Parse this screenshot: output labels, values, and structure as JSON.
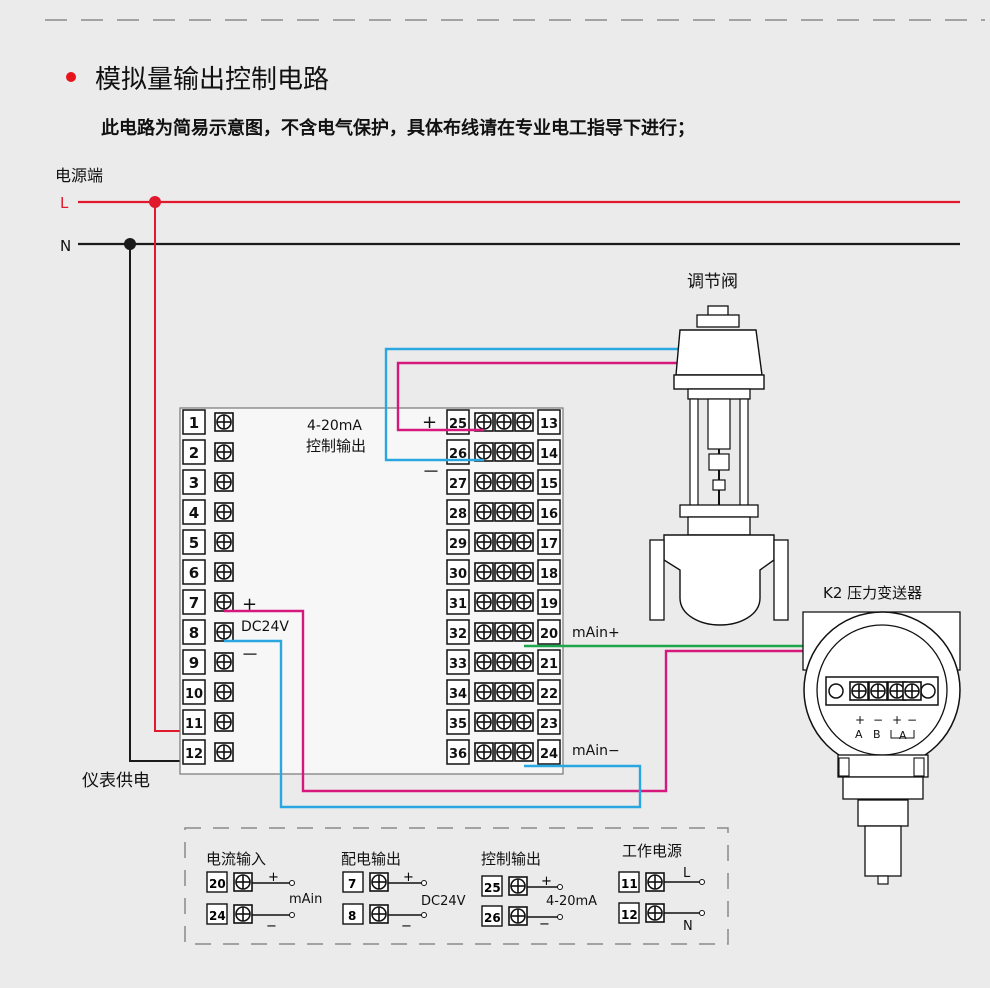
{
  "heading": {
    "title": "模拟量输出控制电路",
    "note": "此电路为简易示意图，不含电气保护，具体布线请在专业电工指导下进行；",
    "bullet_color": "#e8141c"
  },
  "power": {
    "label": "电源端",
    "L": "L",
    "N": "N",
    "instrument_supply": "仪表供电"
  },
  "colors": {
    "line_L": "#e0192d",
    "line_N": "#1a1a1a",
    "wire_blue": "#2aa7e0",
    "wire_magenta": "#d6187c",
    "wire_green": "#1fa54a"
  },
  "controller": {
    "left_terminals": [
      "1",
      "2",
      "3",
      "4",
      "5",
      "6",
      "7",
      "8",
      "9",
      "10",
      "11",
      "12"
    ],
    "mid_terminals": [
      "25",
      "26",
      "27",
      "28",
      "29",
      "30",
      "31",
      "32",
      "33",
      "34",
      "35",
      "36"
    ],
    "right_terminals": [
      "13",
      "14",
      "15",
      "16",
      "17",
      "18",
      "19",
      "20",
      "21",
      "22",
      "23",
      "24"
    ],
    "output_label_1": "4-20mA",
    "output_label_2": "控制输出",
    "plus": "+",
    "minus": "－",
    "dc24v": "DC24V",
    "main_plus": "mAin+",
    "main_minus": "mAin−"
  },
  "valve": {
    "label": "调节阀"
  },
  "transmitter": {
    "label": "K2  压力变送器",
    "pins": [
      "+",
      "−",
      "+",
      "−"
    ],
    "pin_letters": [
      "A",
      "B",
      "A"
    ]
  },
  "legend": {
    "current_input": {
      "title": "电流输入",
      "t1": "20",
      "t2": "24",
      "text": "mAin"
    },
    "power_output": {
      "title": "配电输出",
      "t1": "7",
      "t2": "8",
      "text": "DC24V"
    },
    "control_output": {
      "title": "控制输出",
      "t1": "25",
      "t2": "26",
      "text": "4-20mA"
    },
    "working_power": {
      "title": "工作电源",
      "t1": "11",
      "t2": "12",
      "L": "L",
      "N": "N"
    }
  }
}
